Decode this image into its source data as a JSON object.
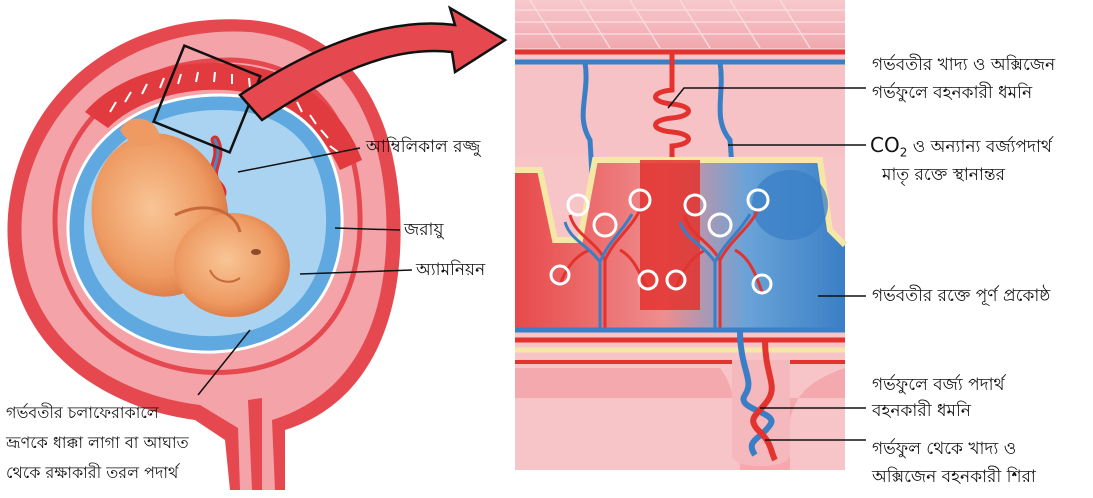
{
  "labels": {
    "umbilical_cord": "আম্বিলিকাল রজ্জু",
    "uterus": "জরায়ু",
    "amnion": "অ্যামনিয়ন",
    "amniotic_fluid": [
      "গর্ভবতীর চলাফেরাকালে",
      "ভ্রূণকে ধাক্কা লাগা বা আঘাত",
      "থেকে রক্ষাকারী তরল পদার্থ"
    ],
    "maternal_artery": [
      "গর্ভবতীর খাদ্য ও অক্সিজেন",
      "গর্ভফুলে বহনকারী ধমনি"
    ],
    "co2_prefix": "CO",
    "co2_sub": "2",
    "co2_rest": " ও অন্যান্য বর্জ্যপদার্থ",
    "co2_line2": "মাতৃ রক্তে স্থানান্তর",
    "maternal_blood_chamber": "গর্ভবতীর রক্তে পূর্ণ প্রকোষ্ঠ",
    "umbilical_artery": [
      "গর্ভফুলে বর্জ্য পদার্থ",
      "বহনকারী ধমনি"
    ],
    "umbilical_vein": [
      "গর্ভফুল থেকে খাদ্য ও",
      "অক্সিজেন বহনকারী শিরা"
    ]
  },
  "colors": {
    "uterus_wall": "#e8505a",
    "uterus_inner": "#f6b3b5",
    "amnion_blue": "#6fb6e6",
    "fetus_skin": "#f2a06a",
    "artery_red": "#e2332f",
    "vein_blue": "#3a7fc5",
    "tissue_pink": "#f4b8bd"
  }
}
